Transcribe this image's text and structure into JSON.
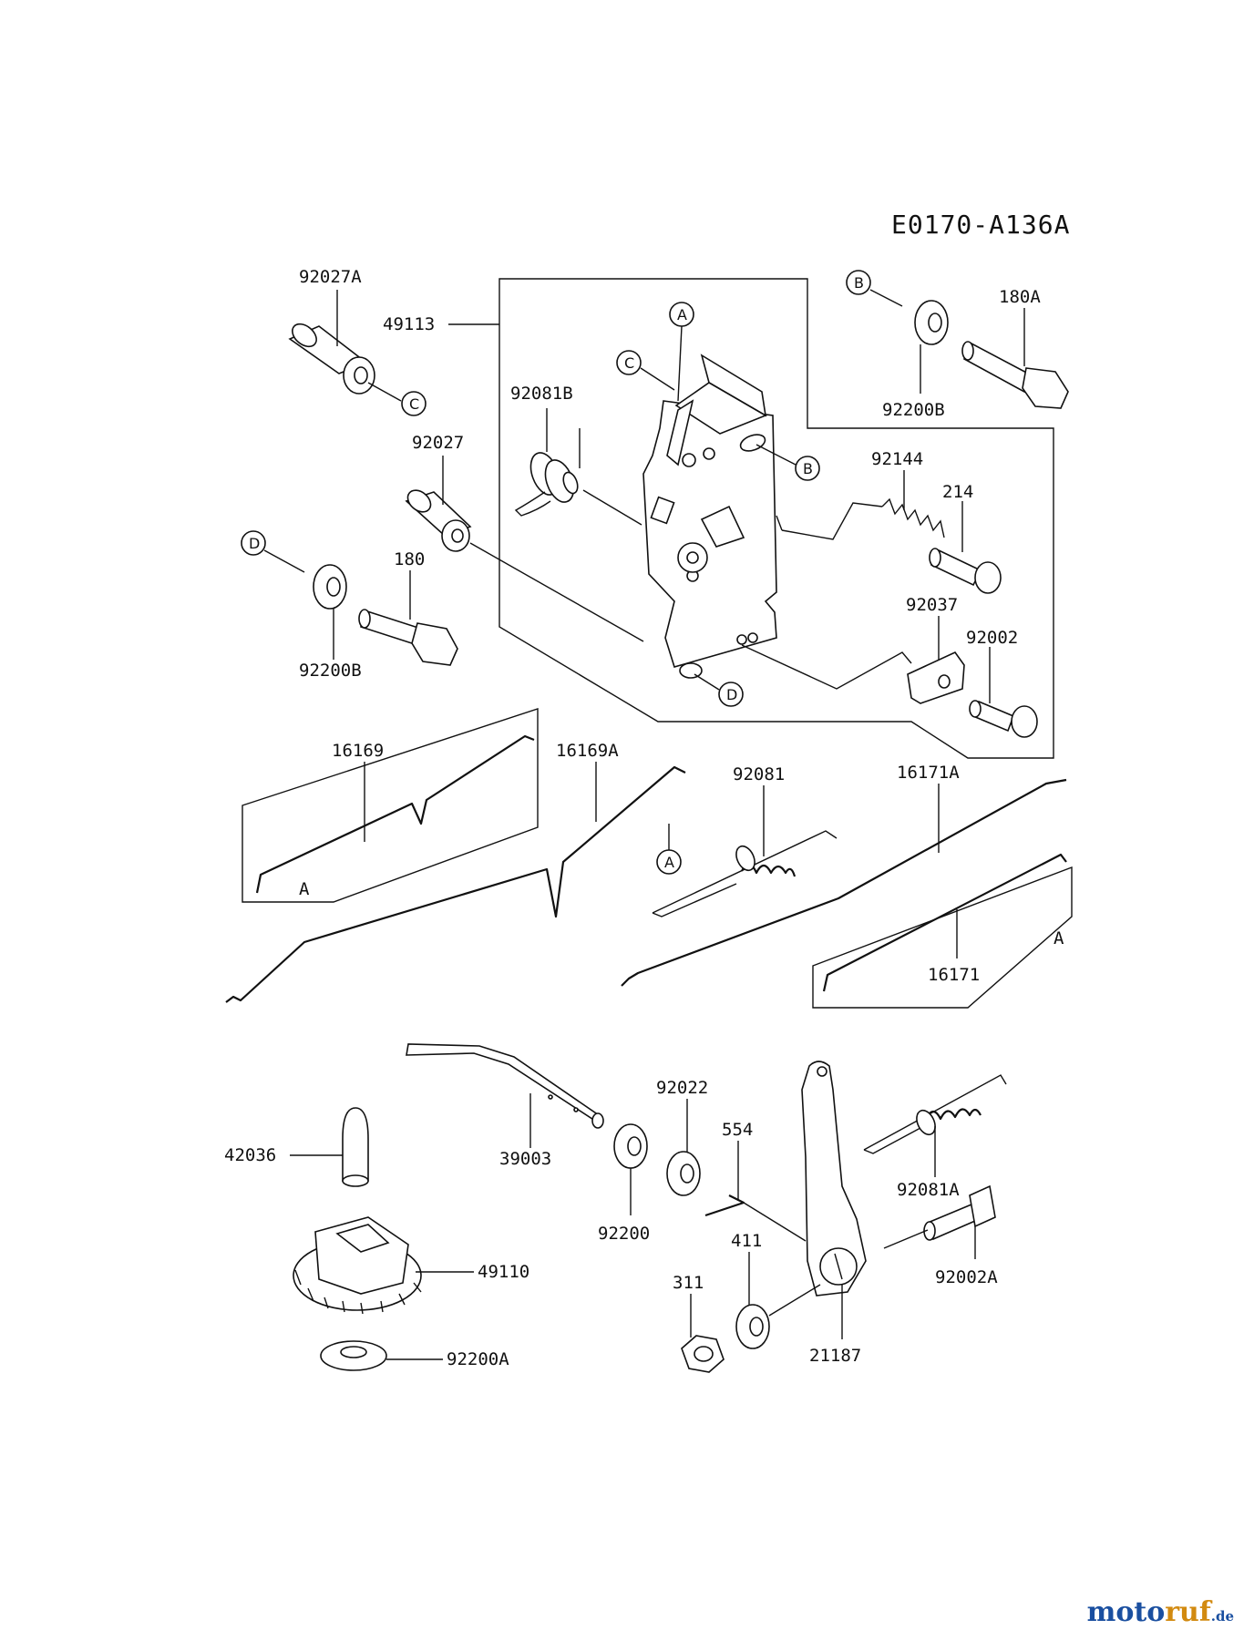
{
  "diagram_code": "E0170-A136A",
  "labels": {
    "p92027A": "92027A",
    "p49113": "49113",
    "p92027": "92027",
    "p180": "180",
    "p92200B_left": "92200B",
    "p92081B": "92081B",
    "p180A": "180A",
    "p92200B_right": "92200B",
    "p92144": "92144",
    "p214": "214",
    "p92037": "92037",
    "p92002": "92002",
    "p16169": "16169",
    "p16169A": "16169A",
    "p92081": "92081",
    "p16171A": "16171A",
    "p16171": "16171",
    "p42036": "42036",
    "p39003": "39003",
    "p49110": "49110",
    "p92200A": "92200A",
    "p92022": "92022",
    "p554": "554",
    "p92200": "92200",
    "p311": "311",
    "p411": "411",
    "p21187": "21187",
    "p92081A": "92081A",
    "p92002A": "92002A"
  },
  "refs": {
    "A": "A",
    "B": "B",
    "C": "C",
    "D": "D"
  },
  "brand": {
    "part1": "moto",
    "part2": "ruf",
    "part3": ".de"
  }
}
